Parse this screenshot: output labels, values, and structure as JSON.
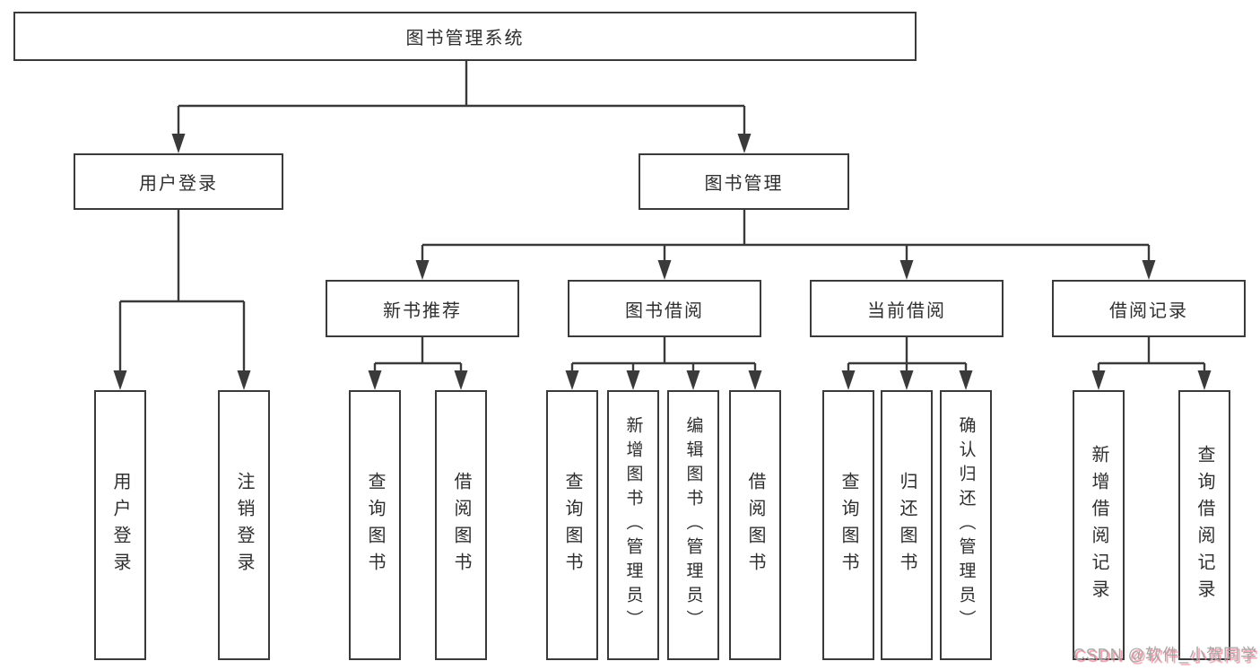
{
  "diagram": {
    "root": {
      "label": "图书管理系统"
    },
    "level2": [
      {
        "label": "用户登录"
      },
      {
        "label": "图书管理"
      }
    ],
    "level3": [
      {
        "label": "新书推荐"
      },
      {
        "label": "图书借阅"
      },
      {
        "label": "当前借阅"
      },
      {
        "label": "借阅记录"
      }
    ],
    "leaves": {
      "login": [
        "用户登录",
        "注销登录"
      ],
      "recommend": [
        "查询图书",
        "借阅图书"
      ],
      "borrow": [
        "查询图书",
        "新增图书（管理员）",
        "编辑图书（管理员）",
        "借阅图书"
      ],
      "current": [
        "查询图书",
        "归还图书",
        "确认归还（管理员）"
      ],
      "records": [
        "新增借阅记录",
        "查询借阅记录"
      ]
    }
  },
  "watermark": {
    "text": "CSDN @软件_小贺同学"
  },
  "colors": {
    "line": "#3a3a3a",
    "box_border": "#3a3a3a",
    "text": "#2f2f2f",
    "watermark_gray": "#a6a6a6",
    "watermark_pink": "#ef8a9b",
    "background": "#ffffff"
  }
}
